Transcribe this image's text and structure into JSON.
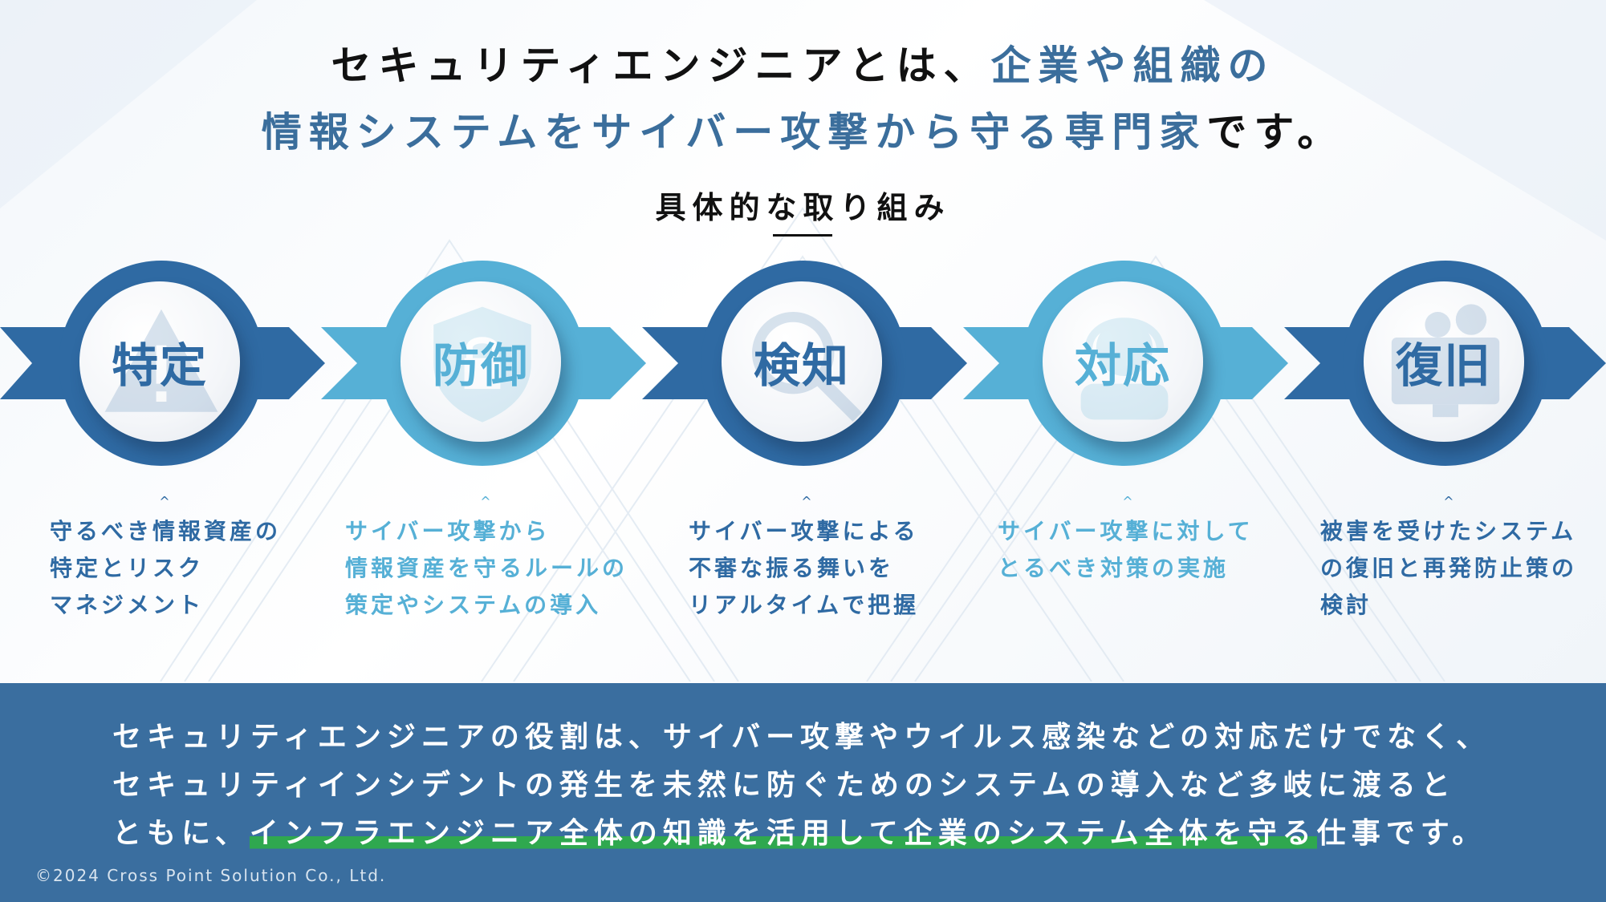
{
  "headline": {
    "line1_dark": "セキュリティエンジニアとは、",
    "line1_blue": "企業や組織の",
    "line2_blue": "情報システムをサイバー攻撃から守る専門家",
    "line2_dark": "です。"
  },
  "subtitle": "具体的な取り組み",
  "steps": [
    {
      "label": "特定",
      "icon": "warning-icon",
      "color": "#2f6aa3",
      "text_color": "#2f6aa3",
      "desc": "守るべき情報資産の\n特定とリスク\nマネジメント"
    },
    {
      "label": "防御",
      "icon": "shield-icon",
      "color": "#56b0d6",
      "text_color": "#56b0d6",
      "desc": "サイバー攻撃から\n情報資産を守るルールの\n策定やシステムの導入"
    },
    {
      "label": "検知",
      "icon": "magnifier-icon",
      "color": "#2f6aa3",
      "text_color": "#2f6aa3",
      "desc": "サイバー攻撃による\n不審な振る舞いを\nリアルタイムで把握"
    },
    {
      "label": "対応",
      "icon": "operator-icon",
      "color": "#56b0d6",
      "text_color": "#56b0d6",
      "desc": "サイバー攻撃に対して\nとるべき対策の実施"
    },
    {
      "label": "復旧",
      "icon": "gear-monitor-icon",
      "color": "#2f6aa3",
      "text_color": "#2f6aa3",
      "desc": "被害を受けたシステム\nの復旧と再発防止策の\n検討"
    }
  ],
  "bottom": {
    "line1": "セキュリティエンジニアの役割は、サイバー攻撃やウイルス感染などの対応だけでなく、",
    "line2": "セキュリティインシデントの発生を未然に防ぐためのシステムの導入など多岐に渡ると",
    "line3_pre": "ともに、",
    "line3_highlight": "インフラエンジニア全体の知識を活用して企業のシステム全体を守る",
    "line3_post": "仕事です。",
    "highlight_color": "#2fa84f",
    "background": "#3a6e9f"
  },
  "copyright": "©2024 Cross Point Solution Co., Ltd."
}
